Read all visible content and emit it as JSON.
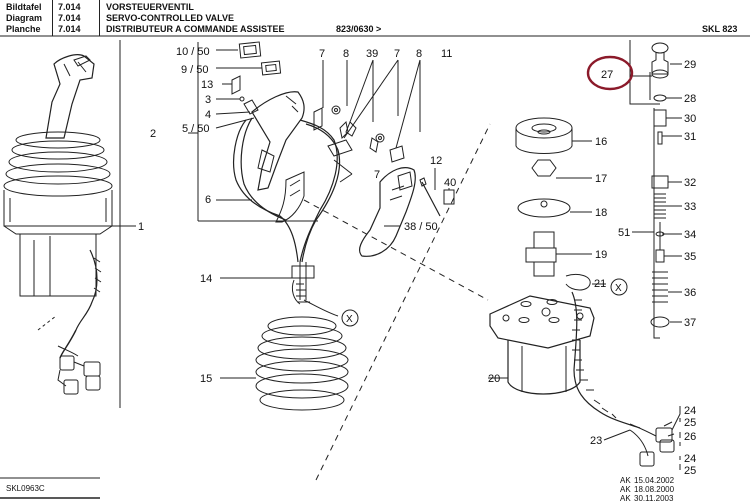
{
  "header": {
    "rows": [
      {
        "label": "Bildtafel",
        "number": "7.014",
        "title": "VORSTEUERVENTIL"
      },
      {
        "label": "Diagram",
        "number": "7.014",
        "title": "SERVO-CONTROLLED VALVE"
      },
      {
        "label": "Planche",
        "number": "7.014",
        "title": "DISTRIBUTEUR A COMMANDE ASSISTEE"
      }
    ],
    "ref": "823/0630 >",
    "model": "SKL 823"
  },
  "callouts": {
    "c_10_50": "10 / 50",
    "c_9_50": "9 / 50",
    "c_13": "13",
    "c_3": "3",
    "c_4": "4",
    "c_5_50": "5 / 50",
    "c_2": "2",
    "c_6": "6",
    "c_7a": "7",
    "c_8a": "8",
    "c_39": "39",
    "c_7b": "7",
    "c_8b": "8",
    "c_11": "11",
    "c_7c": "7",
    "c_12": "12",
    "c_40": "40",
    "c_38_50": "38 / 50",
    "c_1": "1",
    "c_14": "14",
    "c_15": "15",
    "c_16": "16",
    "c_17": "17",
    "c_18": "18",
    "c_19": "19",
    "c_21": "21",
    "c_20": "20",
    "c_27": "27",
    "c_29": "29",
    "c_28": "28",
    "c_30": "30",
    "c_31": "31",
    "c_32": "32",
    "c_33": "33",
    "c_34": "34",
    "c_35": "35",
    "c_36": "36",
    "c_37": "37",
    "c_51": "51",
    "c_24a": "24",
    "c_25a": "25",
    "c_26": "26",
    "c_23": "23",
    "c_24b": "24",
    "c_25b": "25",
    "c_X1": "X",
    "c_X2": "X"
  },
  "footer": {
    "drawing_code": "SKL0963C",
    "changes": [
      {
        "tag": "AK",
        "date": "15.04.2002"
      },
      {
        "tag": "AK",
        "date": "18.08.2000"
      },
      {
        "tag": "AK",
        "date": "30.11.2003"
      }
    ]
  },
  "highlight_color": "#8b1a2a"
}
